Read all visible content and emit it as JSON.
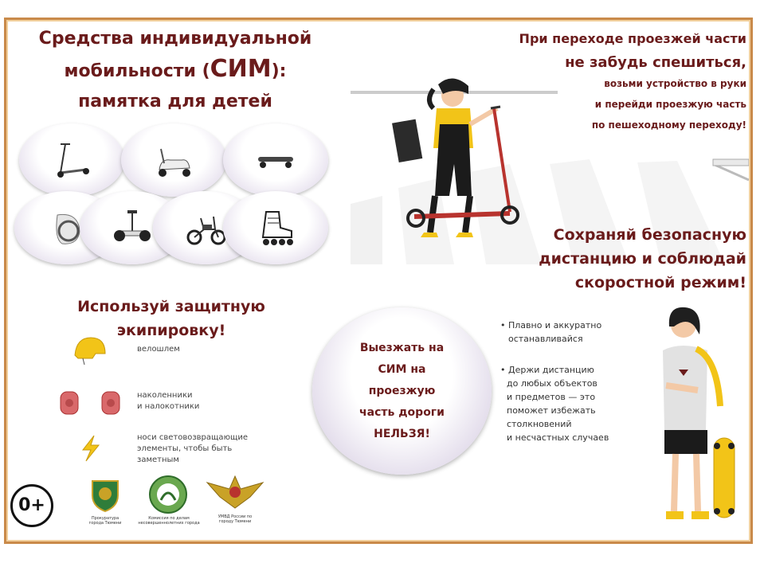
{
  "title": {
    "line1": "Средства индивидуальной",
    "line2_pre": "мобильности (",
    "line2_sim": "СИМ",
    "line2_post": "):",
    "line3": "памятка для детей"
  },
  "crossing": {
    "line1": "При переходе проезжей части",
    "line2": "не забудь спешиться,",
    "line3": "возьми устройство в руки",
    "line4": "и перейди проезжую часть",
    "line5": "по пешеходному переходу!"
  },
  "distance": {
    "line1": "Сохраняй безопасную",
    "line2": "дистанцию и соблюдай",
    "line3": "скоростной режим!"
  },
  "protect": {
    "line1": "Используй защитную",
    "line2": "экипировку!"
  },
  "gear": {
    "helmet": "велошлем",
    "pads_line1": "наколенники",
    "pads_line2": "и налокотники",
    "refl_line1": "носи световозвращающие",
    "refl_line2": "элементы, чтобы быть",
    "refl_line3": "заметным"
  },
  "forbidden": {
    "line1": "Выезжать на",
    "line2": "СИМ на",
    "line3": "проезжую",
    "line4": "часть дороги",
    "line5": "НЕЛЬЗЯ!"
  },
  "tips": {
    "b1_line1": "Плавно и аккуратно",
    "b1_line2": "останавливайся",
    "b2_line1": "Держи дистанцию",
    "b2_line2": "до любых объектов",
    "b2_line3": "и предметов — это",
    "b2_line4": "поможет избежать",
    "b2_line5": "столкновений",
    "b2_line6": "и несчастных случаев"
  },
  "age_rating": "0+",
  "emblems": {
    "e1_line1": "Прокуратура",
    "e1_line2": "города Тюмени",
    "e2_line1": "Комиссия по делам",
    "e2_line2": "несовершеннолетних города",
    "e3_line1": "УМВД России по",
    "e3_line2": "городу Тюмени"
  },
  "devices": [
    "kick-scooter",
    "moped",
    "electric-skateboard",
    "monowheel",
    "gyroscooter",
    "electric-bike",
    "roller-skate"
  ],
  "colors": {
    "maroon": "#6a1b1b",
    "frame": "#c98a4a",
    "yellow": "#f2c418",
    "scooter": "#b8332e"
  }
}
